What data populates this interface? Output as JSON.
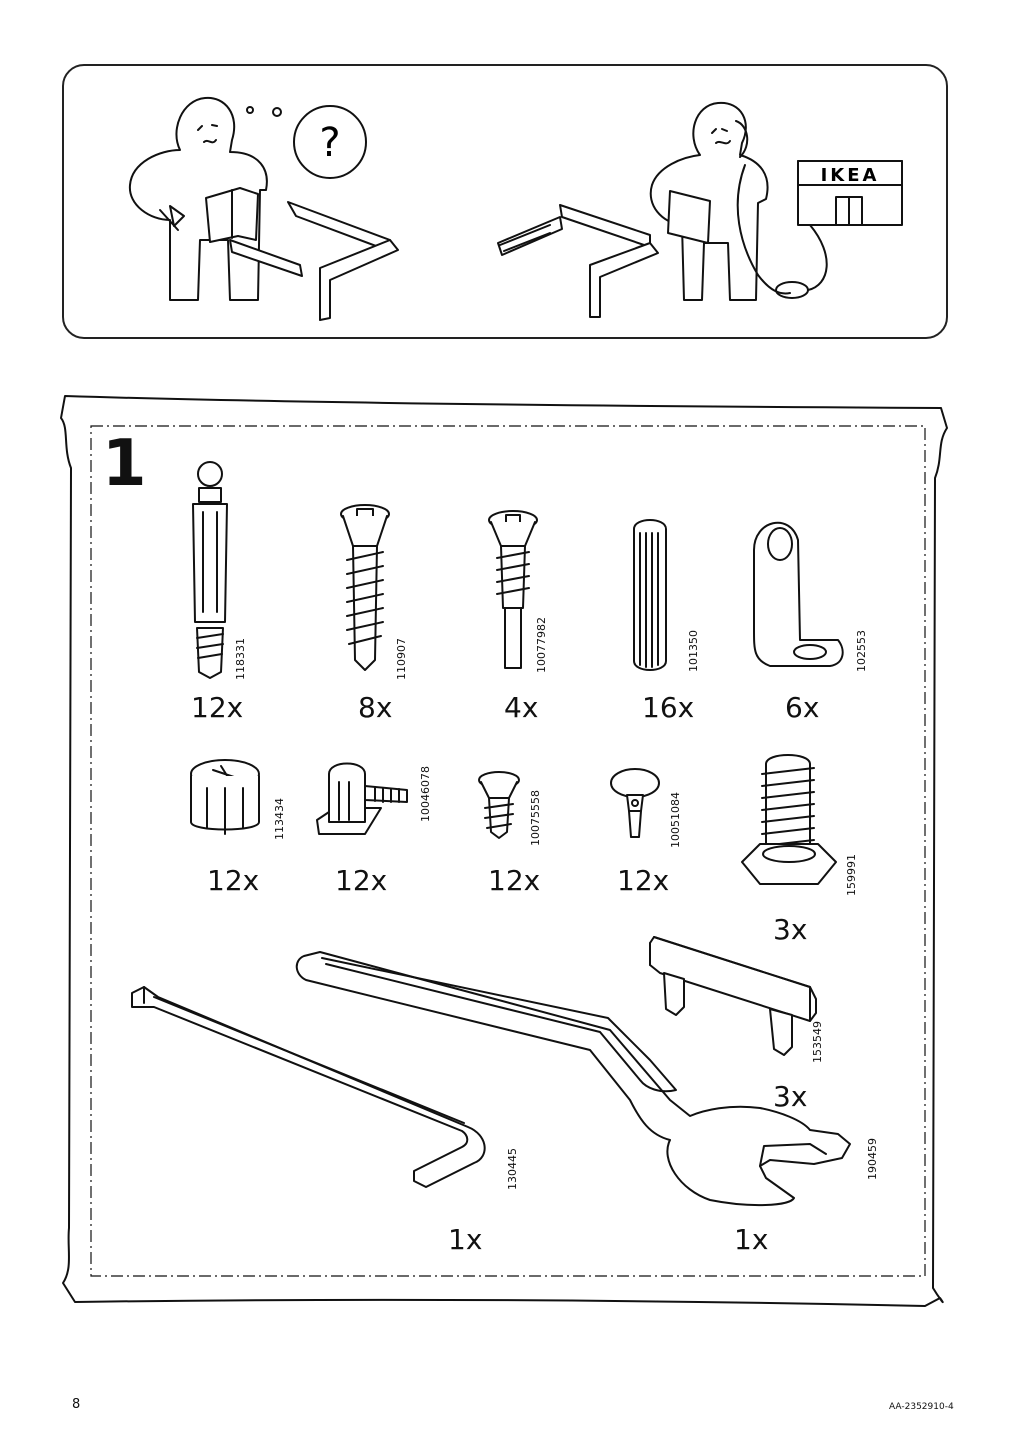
{
  "help": {
    "question_mark": "?",
    "store_sign": "IKEA"
  },
  "step": {
    "number": "1"
  },
  "parts": [
    {
      "code": "118331",
      "qty": "12x"
    },
    {
      "code": "110907",
      "qty": "8x"
    },
    {
      "code": "10077982",
      "qty": "4x"
    },
    {
      "code": "101350",
      "qty": "16x"
    },
    {
      "code": "102553",
      "qty": "6x"
    },
    {
      "code": "113434",
      "qty": "12x"
    },
    {
      "code": "10046078",
      "qty": "12x"
    },
    {
      "code": "10075558",
      "qty": "12x"
    },
    {
      "code": "10051084",
      "qty": "12x"
    },
    {
      "code": "159991",
      "qty": "3x"
    },
    {
      "code": "153549",
      "qty": "3x"
    },
    {
      "code": "130445",
      "qty": "1x"
    },
    {
      "code": "190459",
      "qty": "1x"
    }
  ],
  "footer": {
    "page_number": "8",
    "doc_id": "AA-2352910-4"
  }
}
